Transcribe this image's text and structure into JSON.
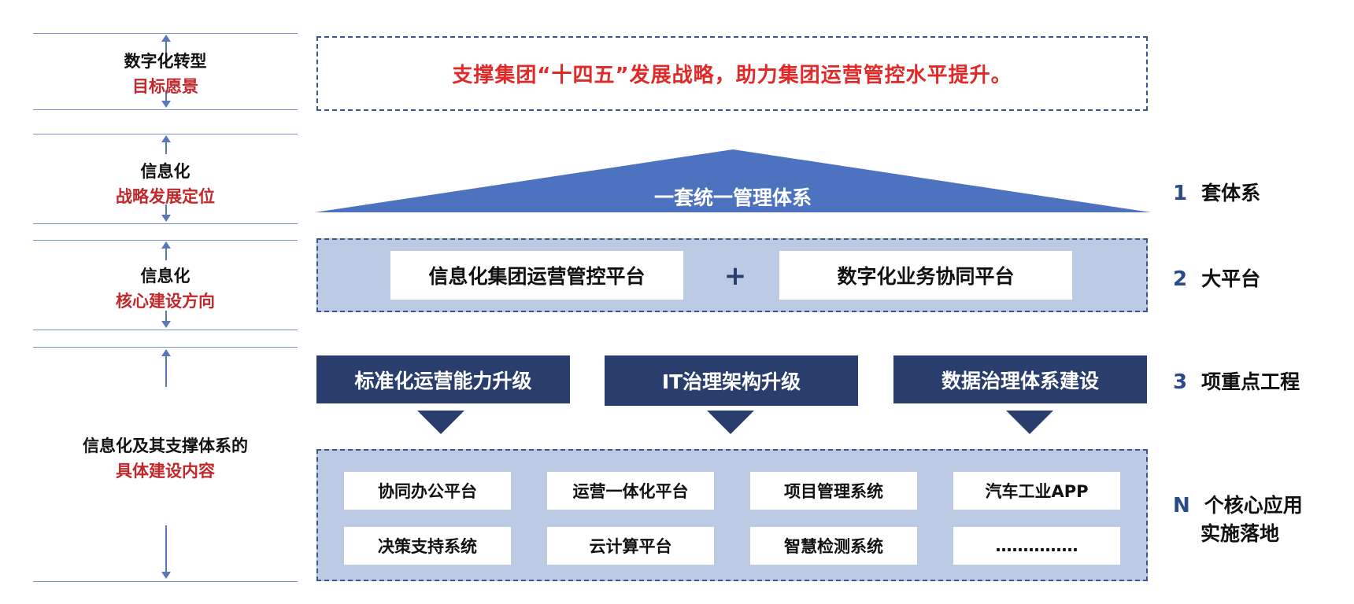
{
  "left_levels": [
    {
      "line1": "数字化转型",
      "line2": "目标愿景"
    },
    {
      "line1": "信息化",
      "line2": "战略发展定位"
    },
    {
      "line1": "信息化",
      "line2": "核心建设方向"
    },
    {
      "line1": "信息化及其支撑体系的",
      "line2": "具体建设内容"
    }
  ],
  "vision": {
    "text": "支撑集团“十四五”发展战略，助力集团运营管控水平提升。"
  },
  "system": {
    "label": "一套统一管理体系"
  },
  "platforms": {
    "left": "信息化集团运营管控平台",
    "plus": "+",
    "right": "数字化业务协同平台"
  },
  "projects": [
    "标准化运营能力升级",
    "IT治理架构升级",
    "数据治理体系建设"
  ],
  "apps": [
    "协同办公平台",
    "运营一体化平台",
    "项目管理系统",
    "汽车工业APP",
    "决策支持系统",
    "云计算平台",
    "智慧检测系统",
    "……………"
  ],
  "right_labels": [
    {
      "num": "1",
      "text": "套体系"
    },
    {
      "num": "2",
      "text": "大平台"
    },
    {
      "num": "3",
      "text": "项重点工程"
    },
    {
      "num": "N",
      "text": "个核心应用",
      "text2": "实施落地"
    }
  ],
  "colors": {
    "accent_blue": "#4d72c0",
    "navy": "#293e6d",
    "light_band": "#bccbe3",
    "red": "#e02a2a",
    "dark_red": "#c0282c"
  }
}
